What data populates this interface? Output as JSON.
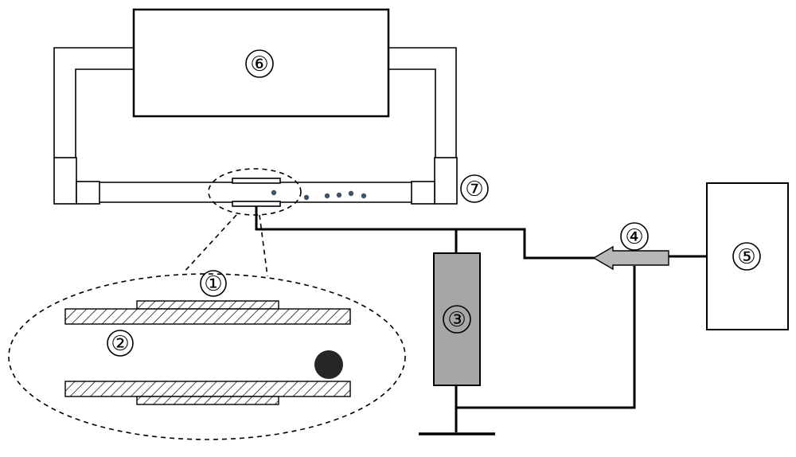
{
  "labels": {
    "electrode": "①",
    "tube": "②",
    "resistor": "③",
    "probe": "④",
    "instrument": "⑤",
    "pump": "⑥",
    "connector": "⑦"
  },
  "colors": {
    "line": "#000000",
    "resistor_fill": "#a6a6a6",
    "probe_fill": "#b7b7b7",
    "particle": "#3e5366",
    "ball": "#262626",
    "background": "#ffffff"
  }
}
